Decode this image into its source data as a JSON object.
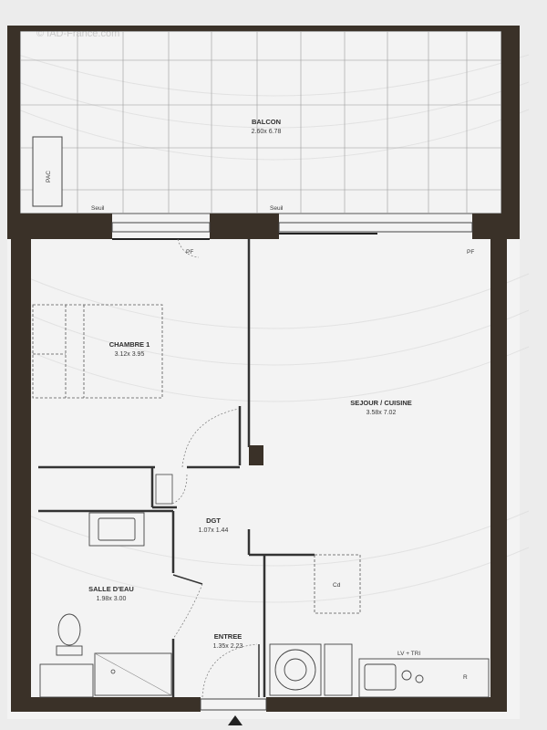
{
  "watermark": "© IAD-France.com",
  "rooms": {
    "balcon": {
      "name": "BALCON",
      "dim": "2.60x 6.78"
    },
    "chambre": {
      "name": "CHAMBRE 1",
      "dim": "3.12x 3.95"
    },
    "sejour": {
      "name": "SEJOUR / CUISINE",
      "dim": "3.58x 7.02"
    },
    "dgt": {
      "name": "DGT",
      "dim": "1.07x 1.44"
    },
    "salle": {
      "name": "SALLE D'EAU",
      "dim": "1.98x 3.00"
    },
    "entree": {
      "name": "ENTREE",
      "dim": "1.35x 2.23"
    }
  },
  "labels": {
    "pac": "PAC",
    "seuil_left": "Seuil",
    "seuil_right": "Seuil",
    "pf": "PF",
    "pf_right": "PF",
    "lv_tri": "LV + TRI",
    "cd": "Cd",
    "r": "R"
  },
  "colors": {
    "wall": "#3a3128",
    "paper": "#f3f3f3",
    "line": "#555555"
  }
}
